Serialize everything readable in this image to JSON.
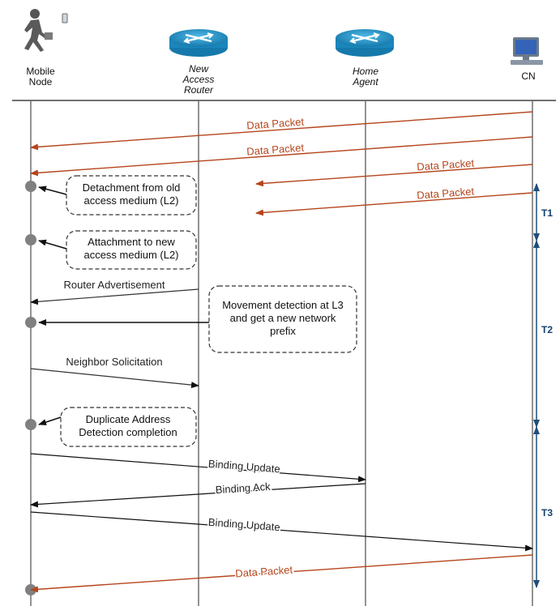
{
  "colors": {
    "data_packet": "#b5451b",
    "message": "#222222",
    "timeline": "#1f4e79",
    "lifeline": "#6e6e6e",
    "event_dot": "#808080",
    "router": "#1d8fc4"
  },
  "entities": [
    {
      "key": "mn",
      "label_lines": [
        "Mobile",
        "Node"
      ],
      "italic": false,
      "icon": "person-walking-icon"
    },
    {
      "key": "nar",
      "label_lines": [
        "New",
        "Access",
        "Router"
      ],
      "italic": true,
      "icon": "router-icon"
    },
    {
      "key": "ha",
      "label_lines": [
        "Home",
        "Agent"
      ],
      "italic": true,
      "icon": "router-icon"
    },
    {
      "key": "cn",
      "label_lines": [
        "CN"
      ],
      "italic": false,
      "icon": "computer-icon"
    }
  ],
  "messages": [
    {
      "id": "data-packet-1",
      "label": "Data Packet",
      "type": "data"
    },
    {
      "id": "data-packet-2",
      "label": "Data Packet",
      "type": "data"
    },
    {
      "id": "data-packet-3",
      "label": "Data Packet",
      "type": "data"
    },
    {
      "id": "data-packet-4",
      "label": "Data Packet",
      "type": "data"
    },
    {
      "id": "router-advertisement",
      "label": "Router Advertisement",
      "type": "control"
    },
    {
      "id": "neighbor-solicitation",
      "label": "Neighbor Solicitation",
      "type": "control"
    },
    {
      "id": "binding-update-ha",
      "label": "Binding Update",
      "type": "control"
    },
    {
      "id": "binding-ack",
      "label": "Binding Ack",
      "type": "control"
    },
    {
      "id": "binding-update-cn",
      "label": "Binding Update",
      "type": "control"
    },
    {
      "id": "data-packet-5",
      "label": "Data Packet",
      "type": "data"
    }
  ],
  "notes": [
    {
      "id": "detachment",
      "lines": [
        "Detachment from old",
        "access medium (L2)"
      ]
    },
    {
      "id": "attachment",
      "lines": [
        "Attachment to new",
        "access medium (L2)"
      ]
    },
    {
      "id": "movement-detection",
      "lines": [
        "Movement detection at L3",
        "and get a new network",
        "prefix"
      ]
    },
    {
      "id": "dad",
      "lines": [
        "Duplicate Address",
        "Detection completion"
      ]
    }
  ],
  "intervals": [
    {
      "id": "t1",
      "label": "T1"
    },
    {
      "id": "t2",
      "label": "T2"
    },
    {
      "id": "t3",
      "label": "T3"
    }
  ]
}
